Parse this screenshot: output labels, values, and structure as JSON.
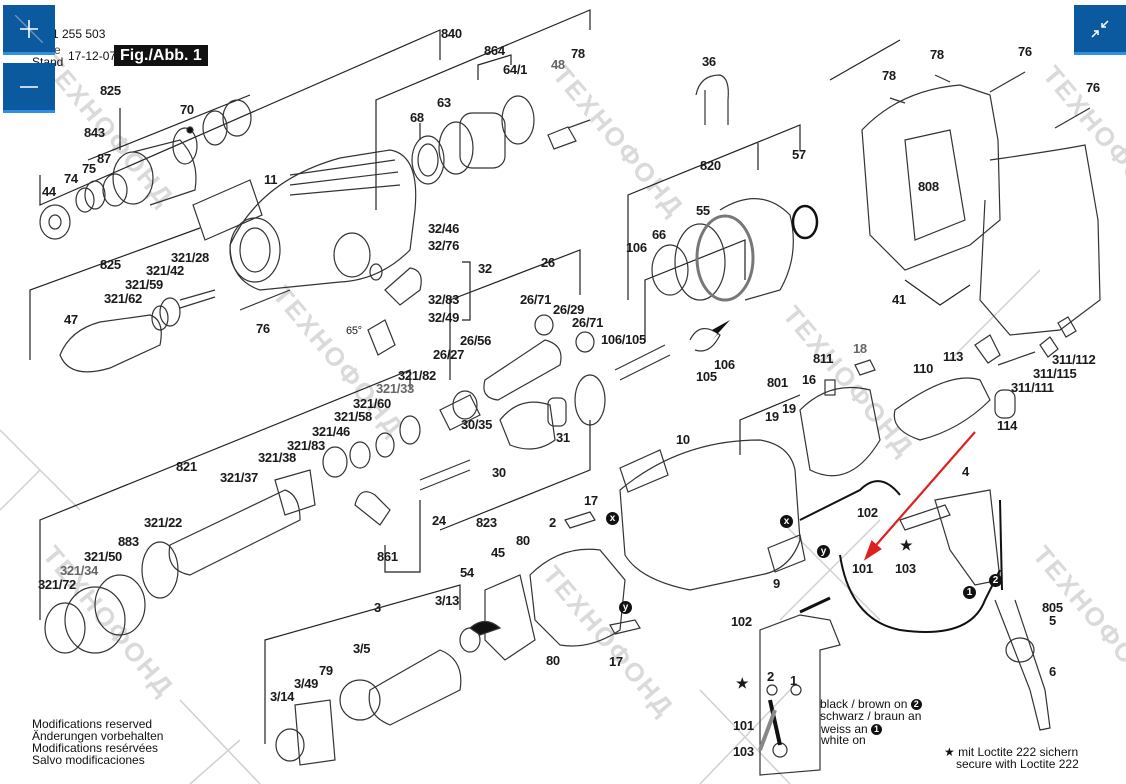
{
  "header": {
    "doc_number": "1 255 503",
    "issue_label": "Issue",
    "stand_label": "Stand",
    "date": "17-12-07",
    "figure_label": "Fig./Abb. 1"
  },
  "controls": {
    "zoom_in_icon": "plus-icon",
    "zoom_out_icon": "minus-icon",
    "collapse_icon": "collapse-arrows-icon"
  },
  "watermark": "ТЕХНОФОНД",
  "parts": [
    {
      "id": "p825a",
      "text": "825"
    },
    {
      "id": "p843",
      "text": "843"
    },
    {
      "id": "p70",
      "text": "70"
    },
    {
      "id": "p74",
      "text": "74"
    },
    {
      "id": "p75",
      "text": "75"
    },
    {
      "id": "p87",
      "text": "87"
    },
    {
      "id": "p44",
      "text": "44"
    },
    {
      "id": "p11",
      "text": "11"
    },
    {
      "id": "p840",
      "text": "840"
    },
    {
      "id": "p864",
      "text": "864"
    },
    {
      "id": "p64_1",
      "text": "64/1"
    },
    {
      "id": "p48",
      "text": "48"
    },
    {
      "id": "p78a",
      "text": "78"
    },
    {
      "id": "p68",
      "text": "68"
    },
    {
      "id": "p63",
      "text": "63"
    },
    {
      "id": "p36",
      "text": "36"
    },
    {
      "id": "p820",
      "text": "820"
    },
    {
      "id": "p57",
      "text": "57"
    },
    {
      "id": "p55",
      "text": "55"
    },
    {
      "id": "p66",
      "text": "66"
    },
    {
      "id": "p106a",
      "text": "106"
    },
    {
      "id": "p78b",
      "text": "78"
    },
    {
      "id": "p78c",
      "text": "78"
    },
    {
      "id": "p76a",
      "text": "76"
    },
    {
      "id": "p76b",
      "text": "76"
    },
    {
      "id": "p808",
      "text": "808"
    },
    {
      "id": "p41",
      "text": "41"
    },
    {
      "id": "p825b",
      "text": "825"
    },
    {
      "id": "p321_28",
      "text": "321/28"
    },
    {
      "id": "p321_42",
      "text": "321/42"
    },
    {
      "id": "p321_59",
      "text": "321/59"
    },
    {
      "id": "p321_62",
      "text": "321/62"
    },
    {
      "id": "p47",
      "text": "47"
    },
    {
      "id": "p76c",
      "text": "76"
    },
    {
      "id": "p32_46",
      "text": "32/46"
    },
    {
      "id": "p32_76",
      "text": "32/76"
    },
    {
      "id": "p32",
      "text": "32"
    },
    {
      "id": "p32_83",
      "text": "32/83"
    },
    {
      "id": "p32_49",
      "text": "32/49"
    },
    {
      "id": "p65deg",
      "text": "65°"
    },
    {
      "id": "p26",
      "text": "26"
    },
    {
      "id": "p26_71a",
      "text": "26/71"
    },
    {
      "id": "p26_29",
      "text": "26/29"
    },
    {
      "id": "p26_71b",
      "text": "26/71"
    },
    {
      "id": "p26_56",
      "text": "26/56"
    },
    {
      "id": "p26_27",
      "text": "26/27"
    },
    {
      "id": "p106_105",
      "text": "106/105"
    },
    {
      "id": "p105",
      "text": "105"
    },
    {
      "id": "p106b",
      "text": "106"
    },
    {
      "id": "p30_35",
      "text": "30/35"
    },
    {
      "id": "p30",
      "text": "30"
    },
    {
      "id": "p31",
      "text": "31"
    },
    {
      "id": "p321_82",
      "text": "321/82"
    },
    {
      "id": "p321_33",
      "text": "321/33"
    },
    {
      "id": "p321_60",
      "text": "321/60"
    },
    {
      "id": "p321_58",
      "text": "321/58"
    },
    {
      "id": "p321_46",
      "text": "321/46"
    },
    {
      "id": "p321_83",
      "text": "321/83"
    },
    {
      "id": "p321_38",
      "text": "321/38"
    },
    {
      "id": "p321_37",
      "text": "321/37"
    },
    {
      "id": "p821",
      "text": "821"
    },
    {
      "id": "p321_22",
      "text": "321/22"
    },
    {
      "id": "p883",
      "text": "883"
    },
    {
      "id": "p321_50",
      "text": "321/50"
    },
    {
      "id": "p321_34",
      "text": "321/34"
    },
    {
      "id": "p321_72",
      "text": "321/72"
    },
    {
      "id": "p24",
      "text": "24"
    },
    {
      "id": "p823",
      "text": "823"
    },
    {
      "id": "p861",
      "text": "861"
    },
    {
      "id": "p10",
      "text": "10"
    },
    {
      "id": "p811",
      "text": "811"
    },
    {
      "id": "p18",
      "text": "18"
    },
    {
      "id": "p16",
      "text": "16"
    },
    {
      "id": "p801",
      "text": "801"
    },
    {
      "id": "p19a",
      "text": "19"
    },
    {
      "id": "p19b",
      "text": "19"
    },
    {
      "id": "p113",
      "text": "113"
    },
    {
      "id": "p110",
      "text": "110"
    },
    {
      "id": "p311_112",
      "text": "311/112"
    },
    {
      "id": "p311_115",
      "text": "311/115"
    },
    {
      "id": "p311_111",
      "text": "311/111"
    },
    {
      "id": "p114",
      "text": "114"
    },
    {
      "id": "p17a",
      "text": "17"
    },
    {
      "id": "p2",
      "text": "2"
    },
    {
      "id": "p80a",
      "text": "80"
    },
    {
      "id": "p45",
      "text": "45"
    },
    {
      "id": "p54",
      "text": "54"
    },
    {
      "id": "p3_13",
      "text": "3/13"
    },
    {
      "id": "p3",
      "text": "3"
    },
    {
      "id": "p3_5",
      "text": "3/5"
    },
    {
      "id": "p79",
      "text": "79"
    },
    {
      "id": "p3_49",
      "text": "3/49"
    },
    {
      "id": "p3_14",
      "text": "3/14"
    },
    {
      "id": "p80b",
      "text": "80"
    },
    {
      "id": "p17b",
      "text": "17"
    },
    {
      "id": "p9",
      "text": "9"
    },
    {
      "id": "p102a",
      "text": "102"
    },
    {
      "id": "p4",
      "text": "4"
    },
    {
      "id": "p101a",
      "text": "101"
    },
    {
      "id": "p103a",
      "text": "103"
    },
    {
      "id": "p805",
      "text": "805"
    },
    {
      "id": "p5",
      "text": "5"
    },
    {
      "id": "p6",
      "text": "6"
    },
    {
      "id": "p102b",
      "text": "102"
    },
    {
      "id": "p2w",
      "text": "2"
    },
    {
      "id": "p1w",
      "text": "1"
    },
    {
      "id": "p101b",
      "text": "101"
    },
    {
      "id": "p103b",
      "text": "103"
    }
  ],
  "connector_markers": {
    "x": "x",
    "y": "y",
    "one": "1",
    "two": "2"
  },
  "wiring_notes": {
    "line1": "black / brown on",
    "line1_badge": "2",
    "line2": "schwarz / braun an",
    "line3": "weiss an",
    "line3_badge": "1",
    "line4": "white on"
  },
  "loctite_note": {
    "star": "★",
    "line1": "mit Loctite 222 sichern",
    "line2": "secure with Loctite 222"
  },
  "modifications_note": [
    "Modifications reserved",
    "Änderungen vorbehalten",
    "Modifications resérvées",
    "Salvo modificaciones"
  ],
  "colors": {
    "control_blue": "#0b5aa0",
    "annotation_arrow": "#e02020"
  }
}
